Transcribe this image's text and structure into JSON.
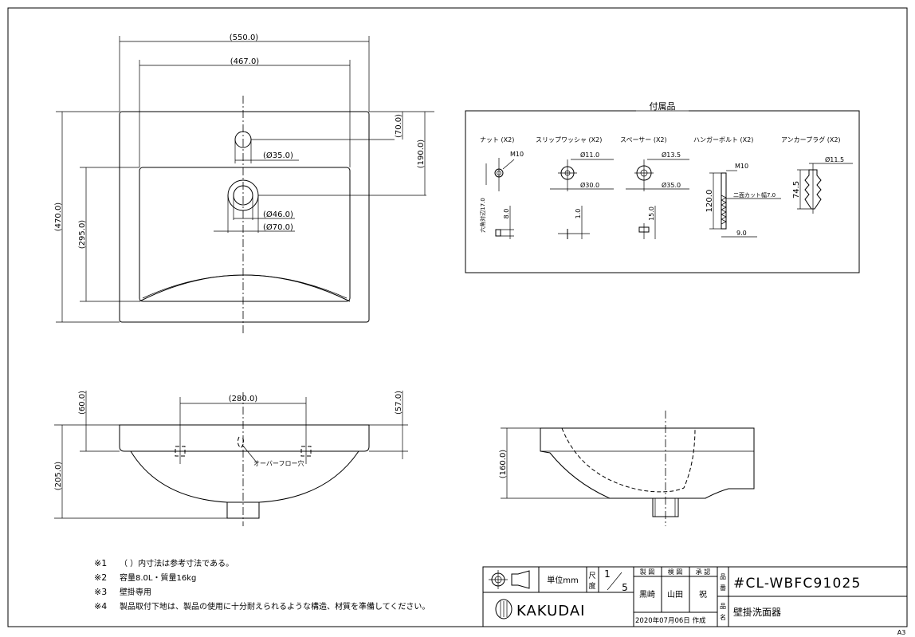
{
  "top_view": {
    "dim_width": "(550.0)",
    "dim_inner_width": "(467.0)",
    "dim_height": "(470.0)",
    "dim_inner_height": "(295.0)",
    "dim_faucet_offset": "(70.0)",
    "dim_drain_offset": "(190.0)",
    "dim_faucet_hole": "(Ø35.0)",
    "dim_drain_hole_inner": "(Ø46.0)",
    "dim_drain_hole_outer": "(Ø70.0)"
  },
  "accessories": {
    "title": "付属品",
    "nut": {
      "name": "ナット (X2)",
      "thread": "M10",
      "width": "六角対辺17.0",
      "thickness": "8.0"
    },
    "washer": {
      "name": "スリップワッシャ (X2)",
      "inner": "Ø11.0",
      "outer": "Ø30.0",
      "thickness": "1.0"
    },
    "spacer": {
      "name": "スペーサー (X2)",
      "inner": "Ø13.5",
      "outer": "Ø35.0",
      "thickness": "15.0"
    },
    "bolt": {
      "name": "ハンガーボルト (X2)",
      "thread": "M10",
      "length": "120.0",
      "flat": "二面カット幅7.0",
      "dia": "9.0"
    },
    "plug": {
      "name": "アンカープラグ (X2)",
      "dia": "Ø11.5",
      "length": "74.5"
    }
  },
  "front_view": {
    "dim_mount_spacing": "(280.0)",
    "dim_left_top": "(60.0)",
    "dim_right_top": "(57.0)",
    "dim_height": "(205.0)",
    "overflow_label": "オーバーフロー穴"
  },
  "side_view": {
    "dim_height": "(160.0)"
  },
  "notes": [
    {
      "mark": "※1",
      "text": "（ ）内寸法は参考寸法である。"
    },
    {
      "mark": "※2",
      "text": "容量8.0L・質量16kg"
    },
    {
      "mark": "※3",
      "text": "壁掛専用"
    },
    {
      "mark": "※4",
      "text": "製品取付下地は、製品の使用に十分耐えられるような構造、材質を準備してください。"
    }
  ],
  "title_block": {
    "unit_label": "単位mm",
    "scale_label_1": "尺",
    "scale_label_2": "度",
    "scale_num": "1",
    "scale_den": "5",
    "col_made": "製 図",
    "col_check": "検 図",
    "col_approve": "承 認",
    "name_made": "黒崎",
    "name_check": "山田",
    "name_approve": "祝",
    "date": "2020年07月06日 作成",
    "hin_label_1": "品",
    "hin_label_2": "番",
    "hin_label_3": "品",
    "hin_label_4": "名",
    "part_number": "#CL-WBFC91025",
    "part_name": "壁掛洗面器",
    "logo_text": "KAKUDAI",
    "sheet_size": "A3"
  }
}
